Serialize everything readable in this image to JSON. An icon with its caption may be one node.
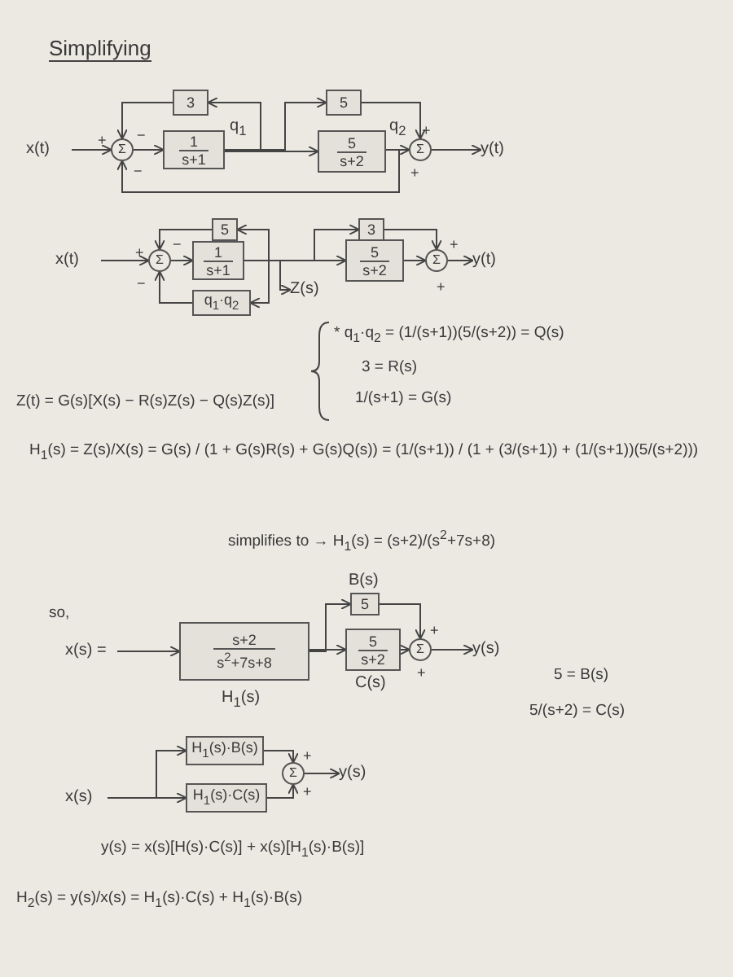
{
  "diagram": {
    "title": "Simplifying",
    "nodes": [
      {
        "text": [
          "x(t)"
        ]
      },
      {
        "text": [
          "Σ"
        ],
        "beside": [
          "+",
          "−",
          "−"
        ]
      },
      {
        "text": [
          "3"
        ]
      },
      {
        "text": [
          "1",
          "s+1"
        ],
        "beside": [
          "q$_{1}$"
        ]
      },
      {
        "text": [
          "5"
        ]
      },
      {
        "text": [
          "5",
          "s+2"
        ],
        "beside": [
          "q$_{2}$"
        ]
      },
      {
        "text": [
          "Σ"
        ],
        "beside": [
          "+",
          "+"
        ]
      },
      {
        "text": [
          "y(t)"
        ]
      },
      {
        "text": [
          "x(t)"
        ]
      },
      {
        "text": [
          "Σ"
        ],
        "beside": [
          "+",
          "−",
          "−"
        ]
      },
      {
        "text": [
          "5"
        ]
      },
      {
        "text": [
          "1",
          "s+1"
        ]
      },
      {
        "text": [
          "q$_{1}$·q$_{2}$"
        ]
      },
      {
        "text": [
          "3"
        ]
      },
      {
        "text": [
          "5",
          "s+2"
        ]
      },
      {
        "text": [
          "Σ"
        ],
        "beside": [
          "+",
          "+"
        ]
      },
      {
        "text": [
          "y(t)"
        ]
      },
      {
        "text": [
          "Z(s)"
        ]
      },
      {
        "text": [
          "x(s) ="
        ]
      },
      {
        "text": [
          "s+2",
          "s$^{2}$+7s+8"
        ],
        "beside": [
          "H$_{1}$(s)"
        ]
      },
      {
        "text": [
          "5"
        ],
        "beside": [
          "B(s)"
        ]
      },
      {
        "text": [
          "5",
          "s+2"
        ],
        "beside": [
          "C(s)"
        ]
      },
      {
        "text": [
          "Σ"
        ],
        "beside": [
          "+",
          "+"
        ]
      },
      {
        "text": [
          "y(s)"
        ]
      },
      {
        "text": [
          "x(s)"
        ]
      },
      {
        "text": [
          "H$_{1}$(s)·B(s)"
        ]
      },
      {
        "text": [
          "H$_{1}$(s)·C(s)"
        ]
      },
      {
        "text": [
          "Σ"
        ],
        "beside": [
          "+",
          "+"
        ]
      },
      {
        "text": [
          "y(s)"
        ]
      }
    ],
    "edges": [
      {
        "from": 0,
        "to": 1,
        "arrow": "to"
      },
      {
        "from": 1,
        "to": 3,
        "arrow": "to"
      },
      {
        "from": 3,
        "to": 2,
        "arrow": "to"
      },
      {
        "from": 2,
        "to": 1,
        "arrow": "to"
      },
      {
        "from": 3,
        "to": 4,
        "arrow": "to"
      },
      {
        "from": 3,
        "to": 5,
        "arrow": "to"
      },
      {
        "from": 4,
        "to": 6,
        "arrow": "to"
      },
      {
        "from": 5,
        "to": 6,
        "arrow": "to"
      },
      {
        "from": 5,
        "to": 1,
        "arrow": "to"
      },
      {
        "from": 6,
        "to": 7,
        "arrow": "to"
      },
      {
        "from": 8,
        "to": 9,
        "arrow": "to"
      },
      {
        "from": 9,
        "to": 11,
        "arrow": "to"
      },
      {
        "from": 11,
        "to": 10,
        "arrow": "to"
      },
      {
        "from": 10,
        "to": 9,
        "arrow": "to"
      },
      {
        "from": 11,
        "to": 12,
        "arrow": "to"
      },
      {
        "from": 12,
        "to": 9,
        "arrow": "to"
      },
      {
        "from": 11,
        "to": 13,
        "arrow": "to"
      },
      {
        "from": 11,
        "to": 14,
        "arrow": "to"
      },
      {
        "from": 13,
        "to": 15,
        "arrow": "to"
      },
      {
        "from": 14,
        "to": 15,
        "arrow": "to"
      },
      {
        "from": 15,
        "to": 16,
        "arrow": "to"
      },
      {
        "from": 11,
        "to": 17,
        "arrow": "to"
      },
      {
        "from": 18,
        "to": 19,
        "arrow": "to"
      },
      {
        "from": 19,
        "to": 20,
        "arrow": "to"
      },
      {
        "from": 19,
        "to": 21,
        "arrow": "to"
      },
      {
        "from": 20,
        "to": 22,
        "arrow": "to"
      },
      {
        "from": 21,
        "to": 22,
        "arrow": "to"
      },
      {
        "from": 22,
        "to": 23,
        "arrow": "to"
      },
      {
        "from": 24,
        "to": 25,
        "arrow": "to"
      },
      {
        "from": 24,
        "to": 26,
        "arrow": "to"
      },
      {
        "from": 25,
        "to": 27,
        "arrow": "to"
      },
      {
        "from": 26,
        "to": 27,
        "arrow": "to"
      },
      {
        "from": 27,
        "to": 28,
        "arrow": "to"
      }
    ],
    "labels": [
      "* q$_{1}$·q$_{2}$ = (1/(s+1))(5/(s+2)) = Q(s)",
      "3 = R(s)",
      "1/(s+1) = G(s)",
      "Z(t) = G(s)[X(s) − R(s)Z(s) − Q(s)Z(s)]",
      "H$_{1}$(s) = Z(s)/X(s) = G(s) / (1 + G(s)R(s) + G(s)Q(s)) = (1/(s+1)) / (1 + (3/(s+1)) + (1/(s+1))(5/(s+2)))",
      "simplifies to → H$_{1}$(s) = (s+2)/(s$^{2}$+7s+8)",
      "so,",
      "5 = B(s)",
      "5/(s+2) = C(s)",
      "y(s) = x(s)[H(s)·C(s)] + x(s)[H$_{1}$(s)·B(s)]",
      "H$_{2}$(s) = y(s)/x(s) = H$_{1}$(s)·C(s) + H$_{1}$(s)·B(s)"
    ]
  }
}
